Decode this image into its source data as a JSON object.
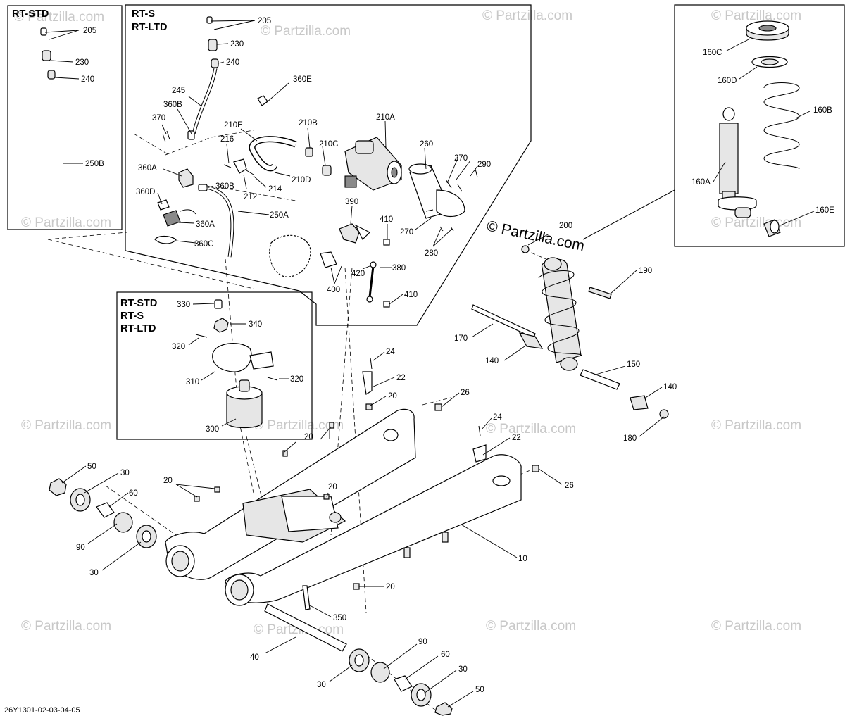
{
  "headers": {
    "rt_std": "RT-STD",
    "rt_s_ltd": [
      "RT-S",
      "RT-LTD"
    ],
    "all_models": [
      "RT-STD",
      "RT-S",
      "RT-LTD"
    ]
  },
  "brand_text": "© Partzilla.com",
  "watermark_text": "© Partzilla.com",
  "diagram_code": "26Y1301-02-03-04-05",
  "part_labels": {
    "p205a": "205",
    "p230a": "230",
    "p240a": "240",
    "p250b": "250B",
    "p205b": "205",
    "p230b": "230",
    "p240b": "240",
    "p245": "245",
    "p360e": "360E",
    "p360b": "360B",
    "p370": "370",
    "p210e": "210E",
    "p210b": "210B",
    "p210a": "210A",
    "p216": "216",
    "p210c": "210C",
    "p260": "260",
    "p270a": "270",
    "p290": "290",
    "p360a": "360A",
    "p210d": "210D",
    "p212": "212",
    "p214": "214",
    "p360b2": "360B",
    "p360d": "360D",
    "p250a": "250A",
    "p360a2": "360A",
    "p360c": "360C",
    "p390": "390",
    "p410a": "410",
    "p270b": "270",
    "p280": "280",
    "p420": "420",
    "p380": "380",
    "p400": "400",
    "p410b": "410",
    "p330": "330",
    "p340": "340",
    "p320a": "320",
    "p310": "310",
    "p320b": "320",
    "p300": "300",
    "p160c": "160C",
    "p160d": "160D",
    "p160b": "160B",
    "p160a": "160A",
    "p160e": "160E",
    "p200": "200",
    "p190": "190",
    "p170": "170",
    "p140a": "140",
    "p150": "150",
    "p140b": "140",
    "p180": "180",
    "p24a": "24",
    "p22a": "22",
    "p20a": "20",
    "p26a": "26",
    "p24b": "24",
    "p22b": "22",
    "p20b": "20",
    "p26b": "26",
    "p20c": "20",
    "p20d": "20",
    "p10": "10",
    "p20e": "20",
    "p350": "350",
    "p50a": "50",
    "p30a": "30",
    "p60a": "60",
    "p90a": "90",
    "p30b": "30",
    "p40": "40",
    "p90b": "90",
    "p60b": "60",
    "p30c": "30",
    "p30d": "30",
    "p50b": "50"
  }
}
